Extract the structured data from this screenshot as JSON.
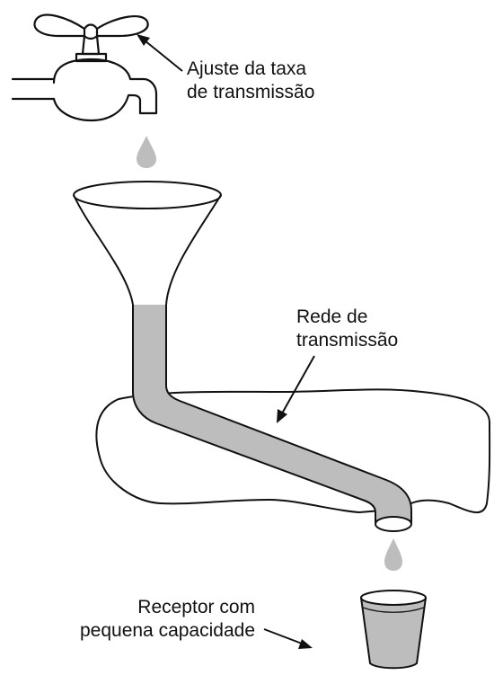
{
  "labels": {
    "faucet": [
      "Ajuste da taxa",
      "de transmissão"
    ],
    "network": [
      "Rede de",
      "transmissão"
    ],
    "receiver": [
      "Receptor com",
      "pequena capacidade"
    ]
  },
  "colors": {
    "stroke": "#111111",
    "water": "#bdbdbd",
    "background": "#ffffff"
  }
}
